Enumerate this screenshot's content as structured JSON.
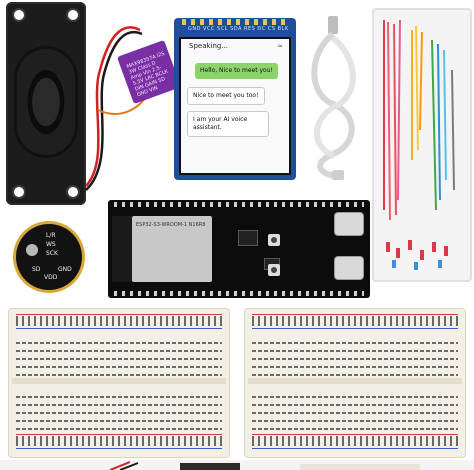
{
  "display": {
    "pin_label": "GND VCC SCL SDA RES DC CS BLK",
    "title": "Speaking...",
    "wifi_icon": "wifi-icon",
    "messages": [
      {
        "from": "user",
        "text": "Hello, Nice to meet you!"
      },
      {
        "from": "bot",
        "text": "Nice to meet you too!"
      },
      {
        "from": "bot",
        "text": "I am your AI voice assistant."
      }
    ],
    "bubble_color_user": "#8bd36a",
    "bubble_color_bot": "#ffffff"
  },
  "amplifier": {
    "text": "MAX98357A I2S 3W Class D Amp Vin 2.5-5.5V LRC BCLK DIN GAIN SD GND VIN"
  },
  "microphone": {
    "labels": [
      "L/R",
      "WS",
      "SCK",
      "SD",
      "VDD",
      "GND"
    ]
  },
  "esp_board": {
    "module_text": "ESP32-S3-WROOM-1 N16R8"
  },
  "colors": {
    "speaker": "#1c1c1c",
    "amp_board": "#7a2ea3",
    "lcd_board": "#1f4e9b",
    "esp_board": "#0c0c0c",
    "breadboard": "#f2efe6",
    "mic_ring": "#d8a63a"
  }
}
